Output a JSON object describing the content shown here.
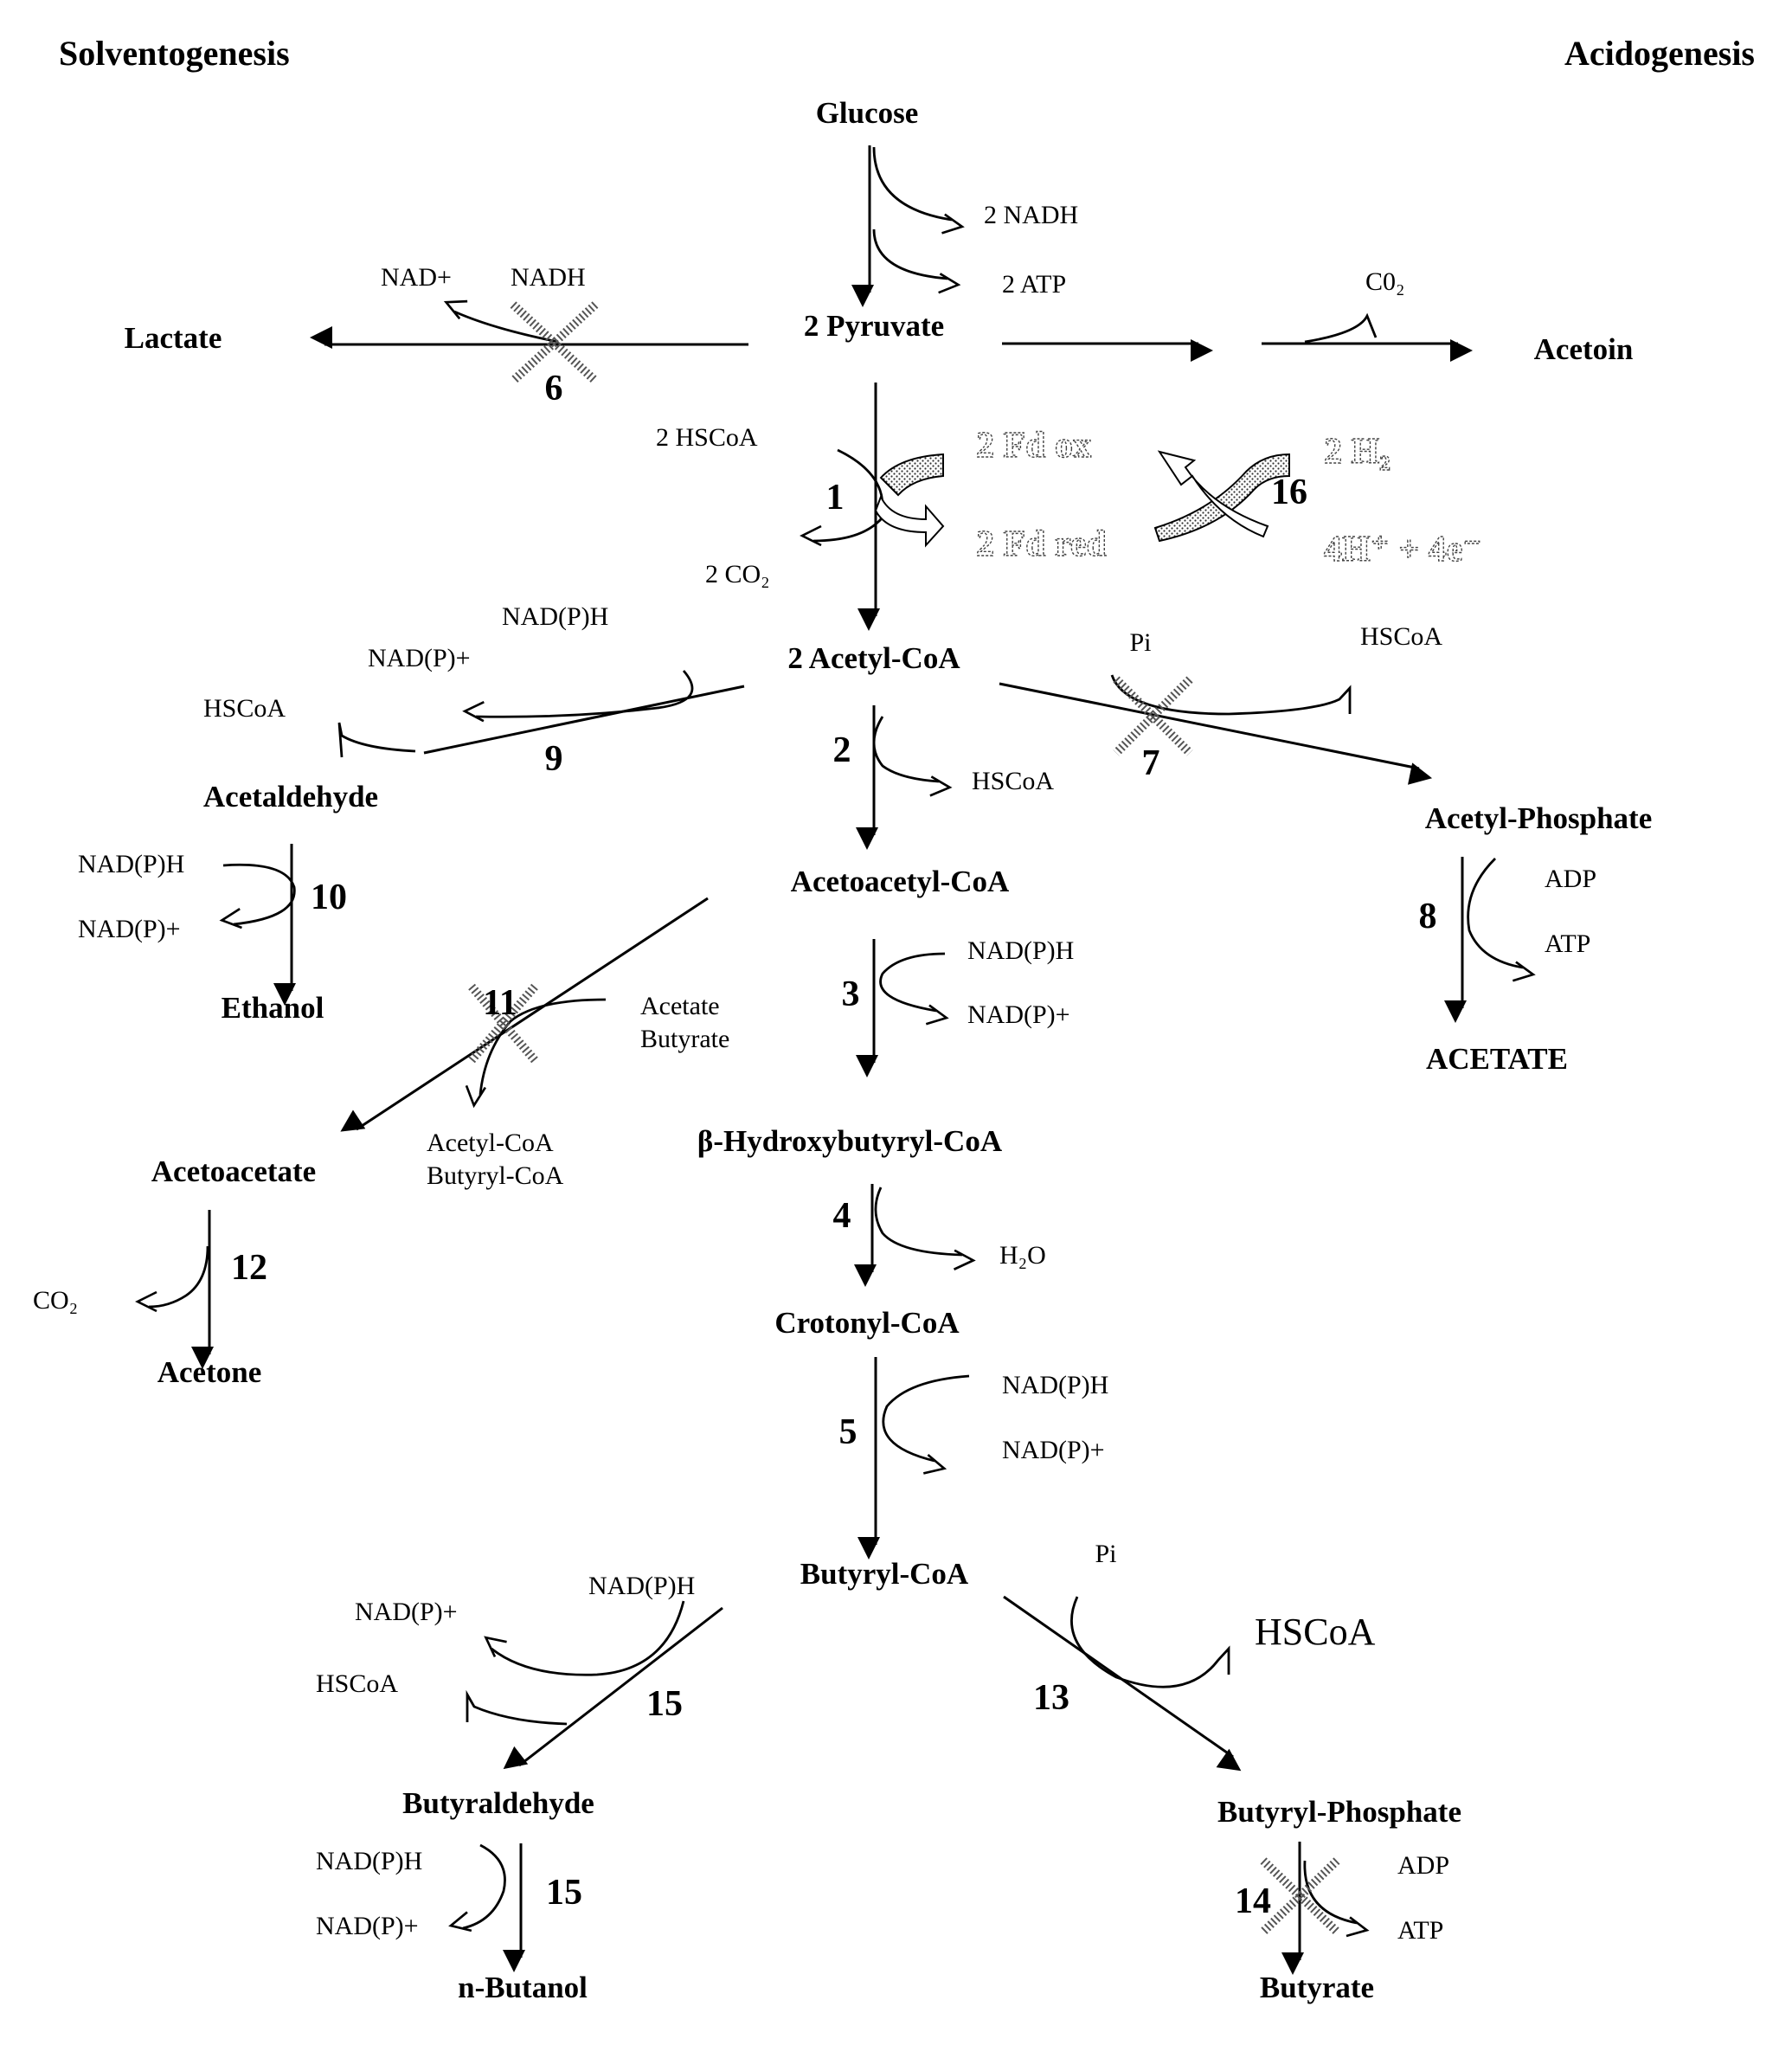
{
  "headings": {
    "left": "Solventogenesis",
    "right": "Acidogenesis"
  },
  "metabolites": {
    "glucose": "Glucose",
    "pyruvate": "2 Pyruvate",
    "lactate": "Lactate",
    "acetoin": "Acetoin",
    "acetyl_coa": "2 Acetyl-CoA",
    "acetaldehyde": "Acetaldehyde",
    "ethanol": "Ethanol",
    "acetoacetyl_coa": "Acetoacetyl-CoA",
    "acetyl_phosphate": "Acetyl-Phosphate",
    "acetate": "ACETATE",
    "acetoacetate": "Acetoacetate",
    "acetone": "Acetone",
    "hydroxybutyryl_coa": "β-Hydroxybutyryl-CoA",
    "crotonyl_coa": "Crotonyl-CoA",
    "butyryl_coa": "Butyryl-CoA",
    "butyraldehyde": "Butyraldehyde",
    "butanol": "n-Butanol",
    "butyryl_phosphate": "Butyryl-Phosphate",
    "butyrate": "Butyrate"
  },
  "cofactors": {
    "nadh_2": "2 NADH",
    "atp_2": "2 ATP",
    "nad_plus": "NAD+",
    "nadh": "NADH",
    "co2_acetoin": "C0₂",
    "hscoa_2": "2 HSCoA",
    "co2_2": "2 CO₂",
    "fd_ox": "2 Fd ox",
    "fd_red": "2 Fd red",
    "h2": "2 H₂",
    "protons": "4H⁺ + 4e⁻",
    "r9_nadph": "NAD(P)H",
    "r9_nadp": "NAD(P)+",
    "r9_hscoa": "HSCoA",
    "r7_pi": "Pi",
    "r7_hscoa": "HSCoA",
    "r2_hscoa": "HSCoA",
    "r10_nadph": "NAD(P)H",
    "r10_nadp": "NAD(P)+",
    "r8_adp": "ADP",
    "r8_atp": "ATP",
    "r3_nadph": "NAD(P)H",
    "r3_nadp": "NAD(P)+",
    "r11_acetate": "Acetate",
    "r11_butyrate": "Butyrate",
    "r11_acetylcoa": "Acetyl-CoA",
    "r11_butyrylcoa": "Butyryl-CoA",
    "r4_h2o": "H₂O",
    "r12_co2": "CO₂",
    "r5_nadph": "NAD(P)H",
    "r5_nadp": "NAD(P)+",
    "r15_nadph": "NAD(P)H",
    "r15_nadp": "NAD(P)+",
    "r15_hscoa": "HSCoA",
    "r13_pi": "Pi",
    "r13_hscoa": "HSCoA",
    "r15b_nadph": "NAD(P)H",
    "r15b_nadp": "NAD(P)+",
    "r14_adp": "ADP",
    "r14_atp": "ATP"
  },
  "reaction_numbers": {
    "r1": "1",
    "r2": "2",
    "r3": "3",
    "r4": "4",
    "r5": "5",
    "r6": "6",
    "r7": "7",
    "r8": "8",
    "r9": "9",
    "r10": "10",
    "r11": "11",
    "r12": "12",
    "r13": "13",
    "r14": "14",
    "r15a": "15",
    "r15b": "15",
    "r16": "16"
  },
  "blocked_reactions": [
    "6",
    "7",
    "11",
    "14"
  ]
}
